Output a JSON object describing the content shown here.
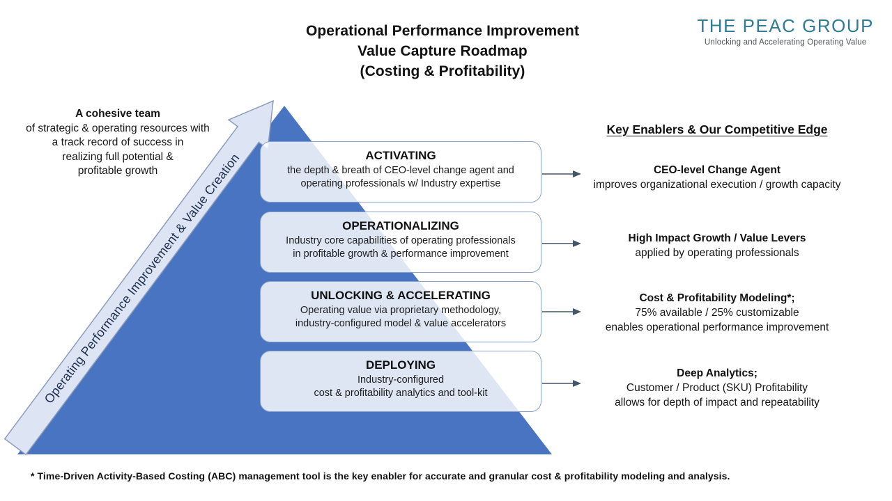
{
  "title": {
    "line1": "Operational Performance Improvement",
    "line2": "Value Capture Roadmap",
    "line3": "(Costing & Profitability)"
  },
  "logo": {
    "name": "THE PEAC GROUP",
    "tagline": "Unlocking and Accelerating Operating Value"
  },
  "left_note": {
    "heading": "A cohesive team",
    "lines": [
      "of strategic & operating resources with",
      "a track record of success in",
      "realizing full potential &",
      "profitable growth"
    ]
  },
  "arrow_label": "Operating Performance Improvement & Value Creation",
  "stages": [
    {
      "title": "ACTIVATING",
      "lines": [
        "the depth & breath of CEO-level change agent and",
        "operating professionals w/ Industry expertise"
      ]
    },
    {
      "title": "OPERATIONALIZING",
      "lines": [
        "Industry core capabilities of operating professionals",
        "in profitable growth & performance improvement"
      ]
    },
    {
      "title": "UNLOCKING & ACCELERATING",
      "lines": [
        "Operating value via proprietary methodology,",
        "industry-configured model & value accelerators"
      ]
    },
    {
      "title": "DEPLOYING",
      "lines": [
        "Industry-configured",
        "cost & profitability analytics and tool-kit"
      ]
    }
  ],
  "enablers": {
    "heading": "Key Enablers & Our Competitive Edge",
    "items": [
      {
        "title": "CEO-level Change Agent",
        "lines": [
          "improves organizational execution / growth capacity"
        ]
      },
      {
        "title": "High Impact Growth / Value Levers",
        "lines": [
          "applied by operating professionals"
        ]
      },
      {
        "title": "Cost & Profitability Modeling*;",
        "lines": [
          "75% available / 25% customizable",
          "enables operational performance improvement"
        ]
      },
      {
        "title": "Deep Analytics;",
        "lines": [
          "Customer / Product (SKU) Profitability",
          "allows for depth of impact and repeatability"
        ]
      }
    ]
  },
  "footnote": "* Time-Driven Activity-Based Costing (ABC) management tool is the key enabler for accurate and granular cost & profitability modeling and analysis.",
  "colors": {
    "pyramid": "#4874c2",
    "arrow-fill": "#dde4f3",
    "arrow-stroke": "#8d9cba",
    "arrow-text": "#1f3050",
    "box-border": "#8aa2cf",
    "connector": "#44546a",
    "logo": "#2e7c96",
    "tagline": "#4f5355"
  }
}
